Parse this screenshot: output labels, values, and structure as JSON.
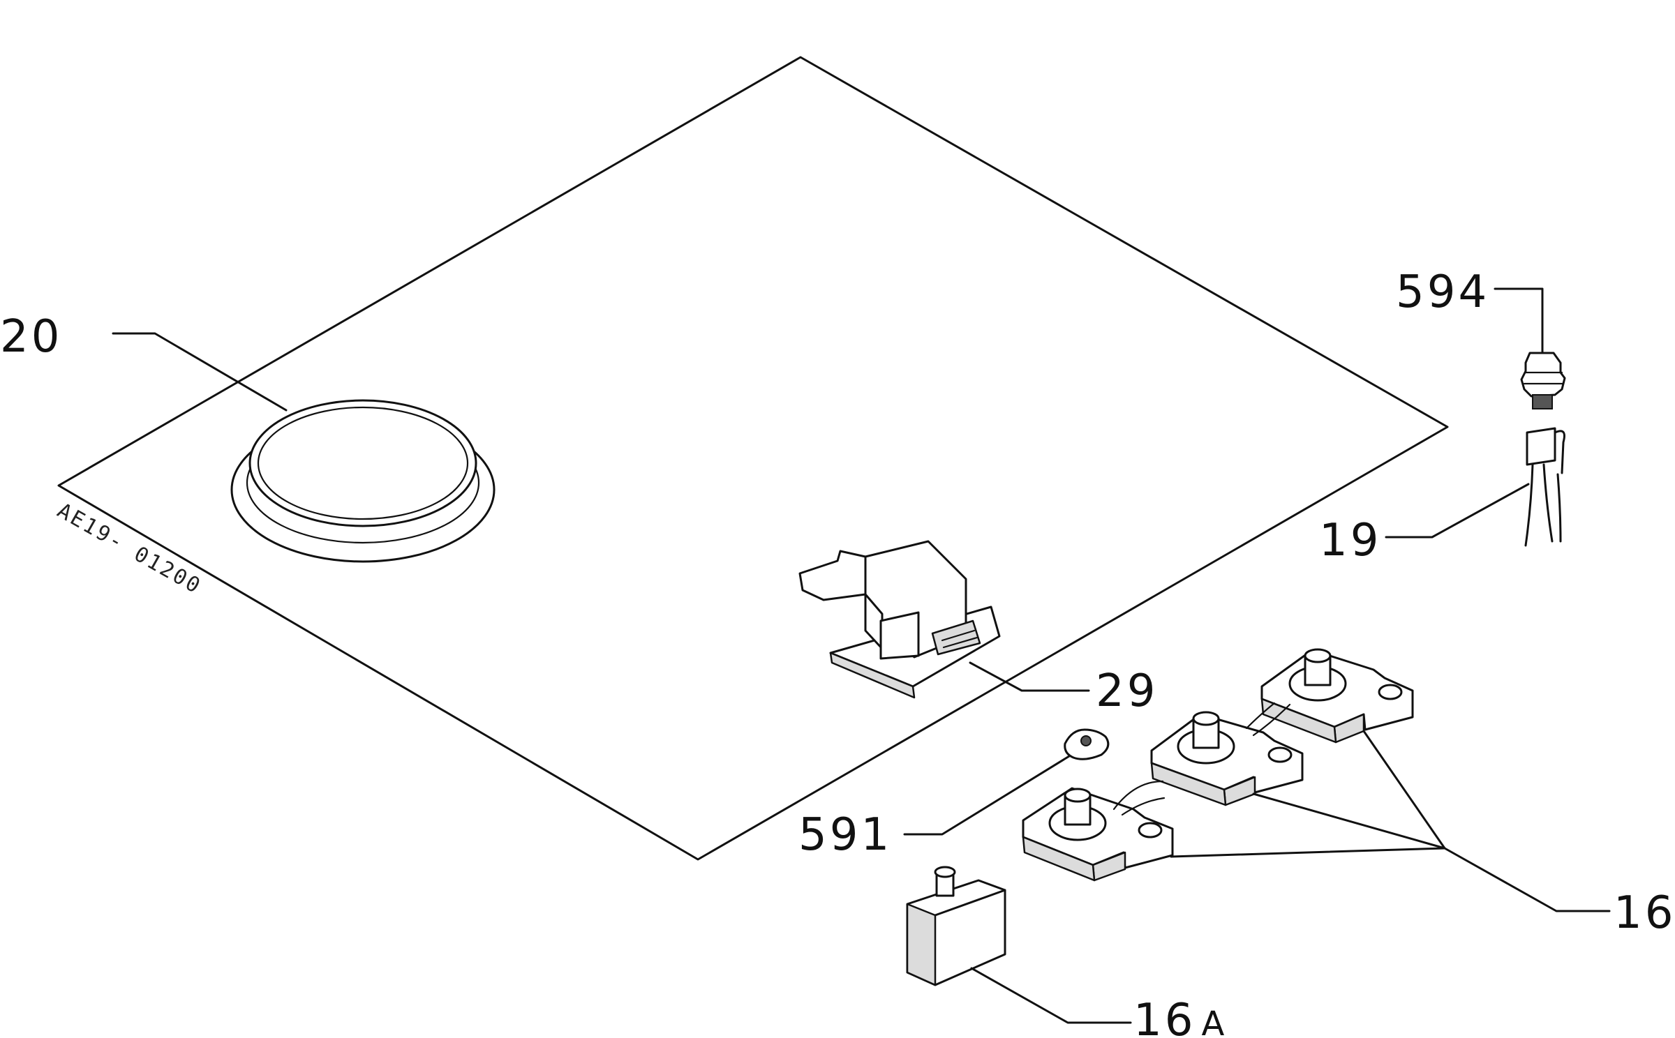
{
  "drawing_code": "AE19- 01200",
  "callouts": {
    "c20": "20",
    "c594": "594",
    "c19": "19",
    "c29": "29",
    "c591": "591",
    "c16": "16",
    "c16a_num": "16",
    "c16a_suffix": "A"
  },
  "colors": {
    "line": "#111111",
    "background": "#ffffff"
  }
}
